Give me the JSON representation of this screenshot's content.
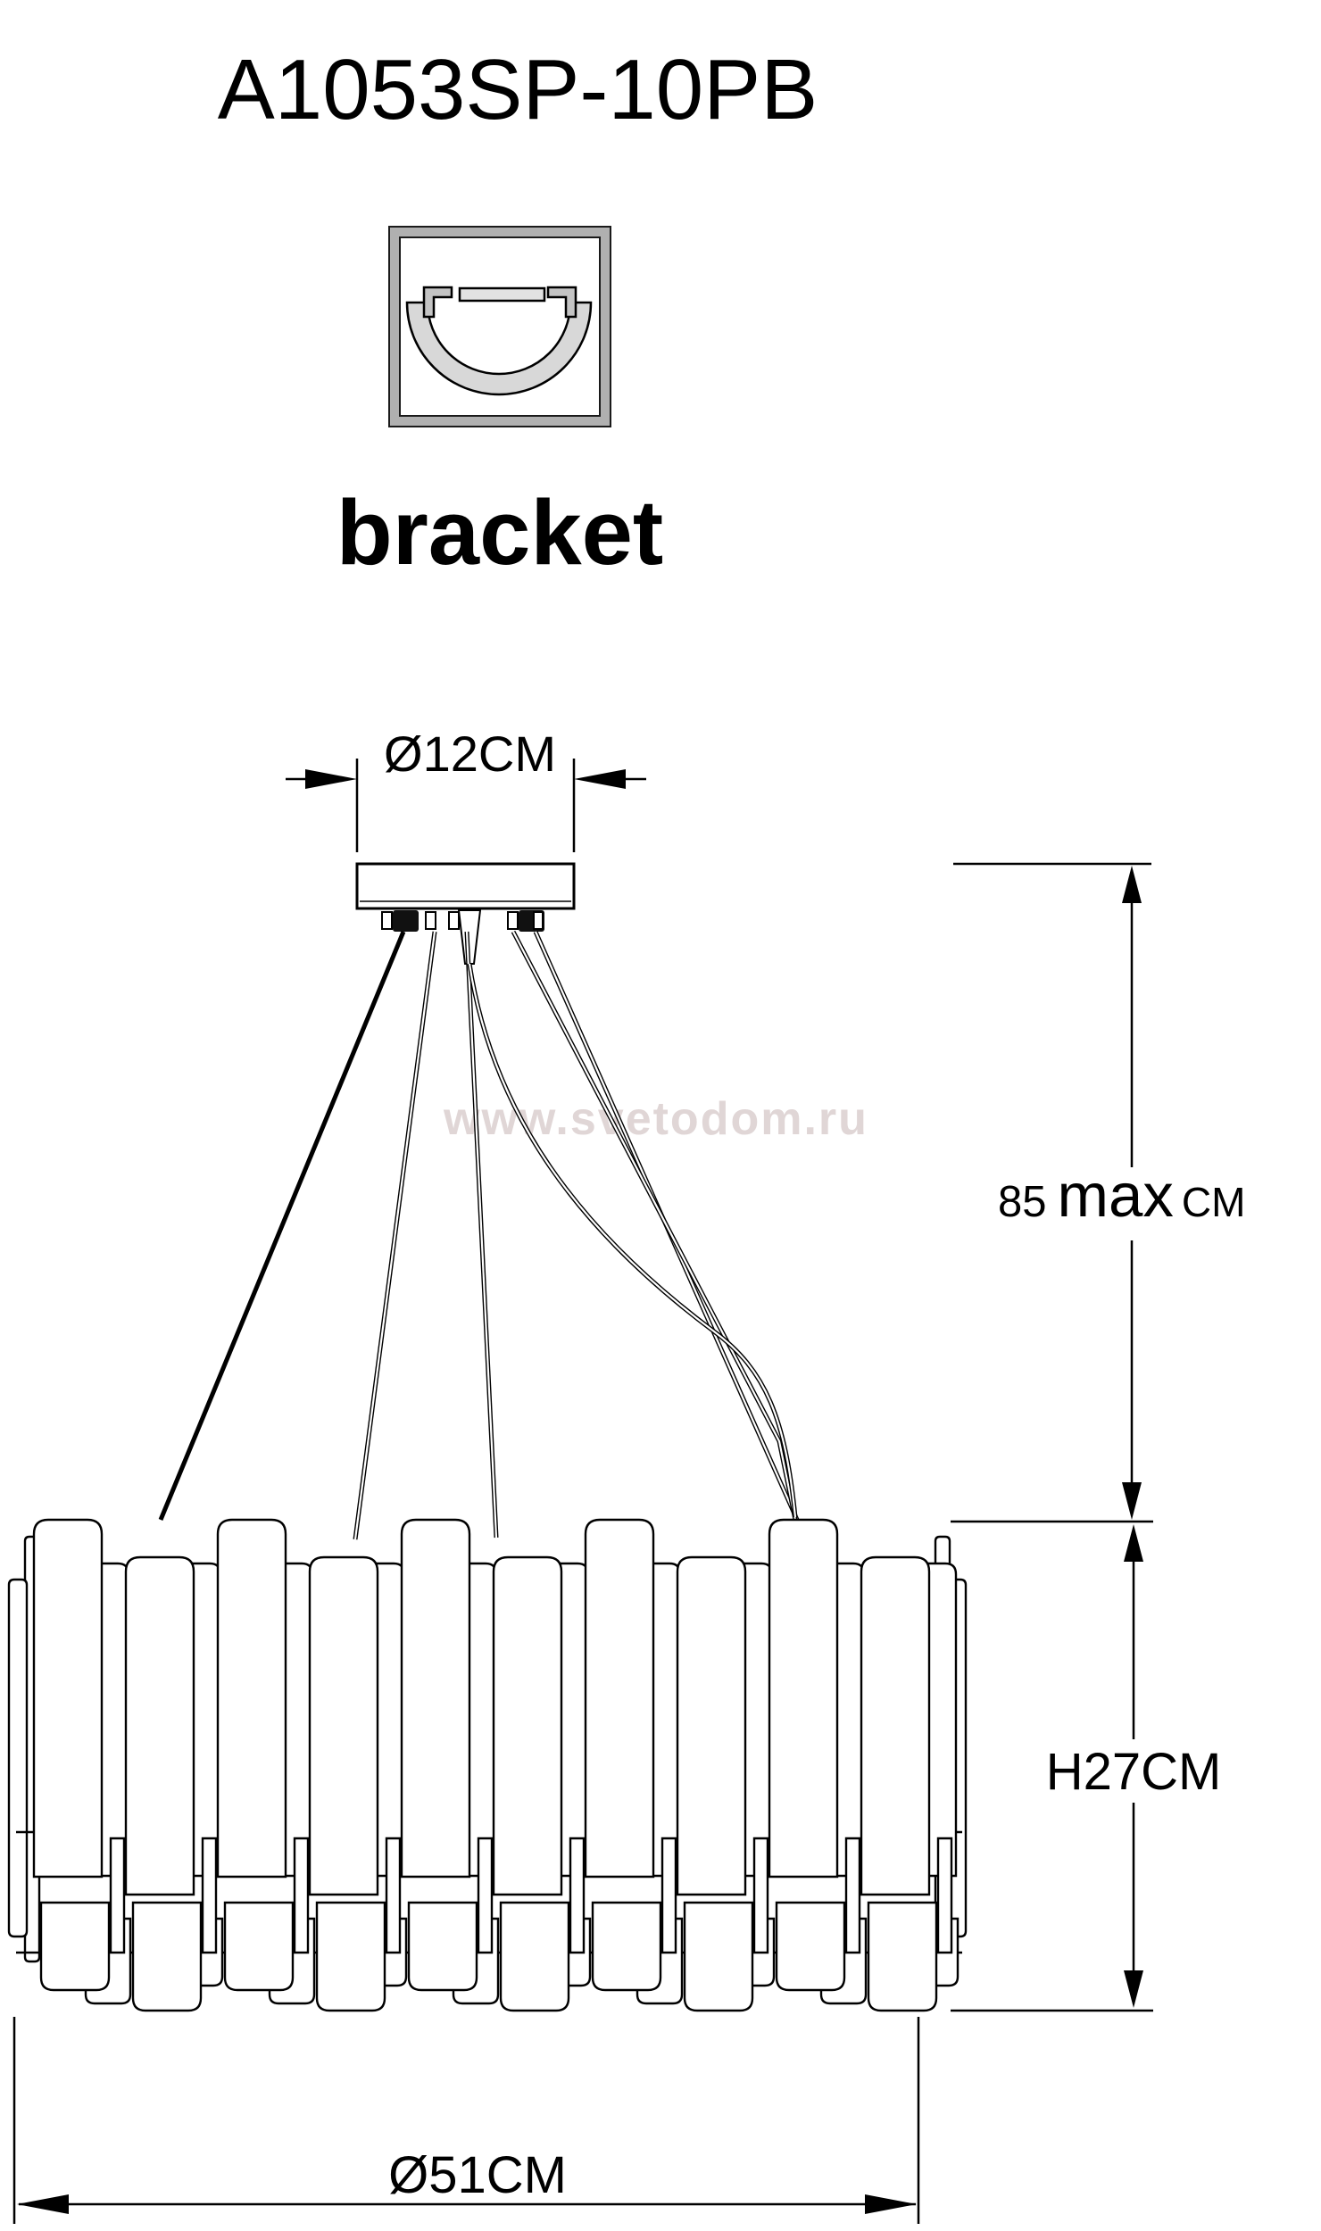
{
  "page": {
    "background": "#ffffff",
    "line_color": "#000000",
    "watermark_color": "#e0d6d6",
    "icon_frame_gray": "#b0b0b0",
    "icon_ring_gray": "#d8d8d8",
    "icon_clip_gray": "#c4c4c4",
    "icon_bar_gray": "#e2e2e2"
  },
  "header": {
    "model": "A1053SP-10PB"
  },
  "mounting": {
    "icon": "bracket-mount-icon",
    "label": "bracket"
  },
  "watermark": {
    "text": "www.svetodom.ru"
  },
  "dimensions": {
    "canopy_diameter": "Ø12CM",
    "suspension": {
      "value": "85",
      "qualifier": "max",
      "unit": "CM"
    },
    "body_height": "H27CM",
    "body_diameter": "Ø51CM"
  }
}
